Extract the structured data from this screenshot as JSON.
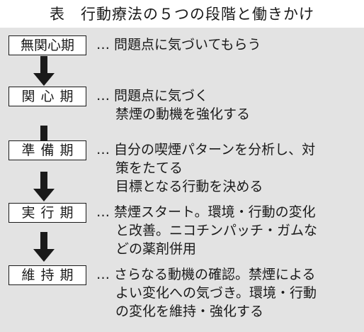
{
  "title": "表　行動療法の５つの段階と働きかけ",
  "stages": [
    {
      "label": "無関心期",
      "lines": [
        "… 問題点に気づいてもらう"
      ]
    },
    {
      "label": "関心期",
      "lines": [
        "… 問題点に気づく",
        "禁煙の動機を強化する"
      ]
    },
    {
      "label": "準備期",
      "lines": [
        "… 自分の喫煙パターンを分析し、対",
        "策をたてる",
        "目標となる行動を決める"
      ]
    },
    {
      "label": "実行期",
      "lines": [
        "… 禁煙スタート。環境・行動の変化",
        "と改善。ニコチンパッチ・ガムな",
        "どの薬剤併用"
      ]
    },
    {
      "label": "維持期",
      "lines": [
        "… さらなる動機の確認。禁煙による",
        "よい変化への気づき。環境・行動",
        "の変化を維持・強化する"
      ]
    }
  ],
  "colors": {
    "panel_background": "#e3e3e3",
    "label_background": "#ffffff",
    "border": "#1a1a1a",
    "arrow": "#1a1a1a"
  },
  "icons": {
    "arrow": "down-arrow-icon"
  }
}
